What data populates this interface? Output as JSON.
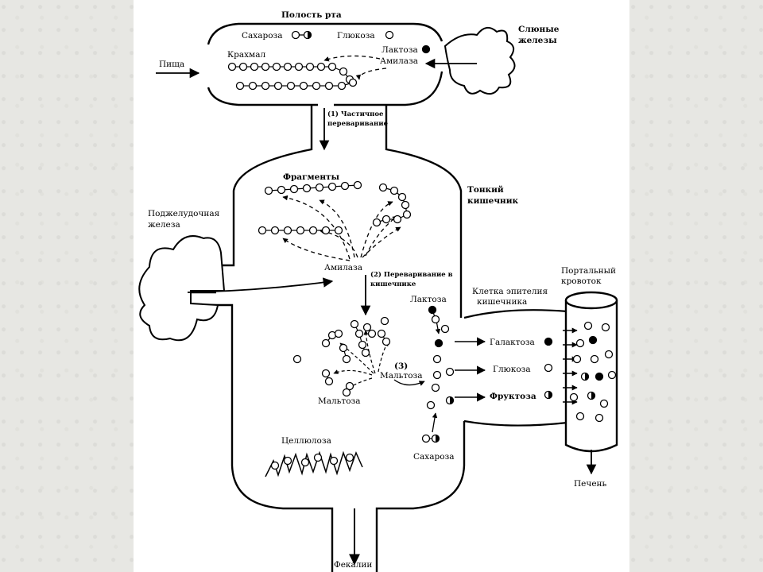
{
  "labels": {
    "mouth": "Полость рта",
    "saliva": "Слюные\nжелезы",
    "sucrose_top": "Сахароза",
    "glucose_top": "Глюкоза",
    "lactose_top": "Лактоза",
    "amylase_top": "Амилаза",
    "food": "Пища",
    "starch": "Крахмал",
    "step1": "(1) Частичное\nпереваривание",
    "fragments": "Фрагменты",
    "small_intestine": "Тонкий\nкишечник",
    "pancreas": "Поджелудочная\nжелеза",
    "amylase_mid": "Амилаза",
    "step2": "(2) Переваривание в\nкишечнике",
    "portal_vein": "Портальный\nкровоток",
    "epithelial": "Клетка эпителия\nкишечника",
    "lactose_mid": "Лактоза",
    "galactose": "Галактоза",
    "glucose_mid": "Глюкоза",
    "fructose": "Фруктоза",
    "step3": "(3)",
    "maltose_a": "Мальтоза",
    "maltose_b": "Мальтоза",
    "sucrose_bottom": "Сахароза",
    "cellulose": "Целлюлоза",
    "liver": "Печень",
    "feces": "Фекалии"
  },
  "colors": {
    "ink": "#000000",
    "paper": "#ffffff",
    "background": "#e9e9e6"
  }
}
